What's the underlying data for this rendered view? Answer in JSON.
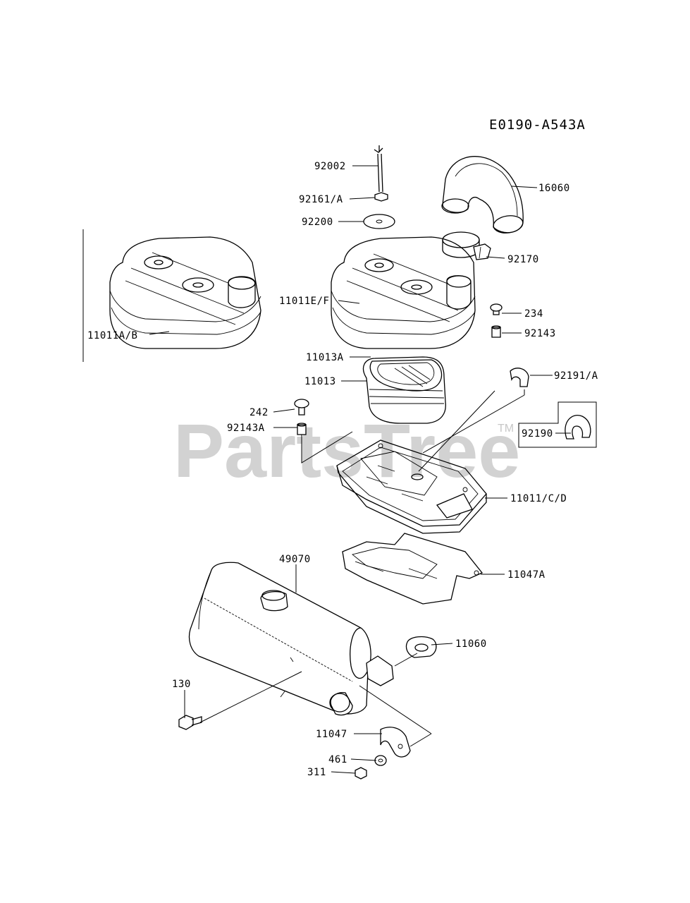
{
  "diagram_code": "E0190-A543A",
  "watermark": {
    "text": "PartsTree",
    "tm": "TM"
  },
  "callouts": {
    "c92002": "92002",
    "c92161": "92161/A",
    "c92200": "92200",
    "c16060": "16060",
    "c92170": "92170",
    "c11011ab": "11011A/B",
    "c11011ef": "11011E/F",
    "c234": "234",
    "c92143": "92143",
    "c11013a": "11013A",
    "c11013": "11013",
    "c92191": "92191/A",
    "c242": "242",
    "c92143a": "92143A",
    "c92190": "92190",
    "c11011cd": "11011/C/D",
    "c49070": "49070",
    "c11047a": "11047A",
    "c11060": "11060",
    "c130": "130",
    "c11047": "11047",
    "c461": "461",
    "c311": "311"
  }
}
